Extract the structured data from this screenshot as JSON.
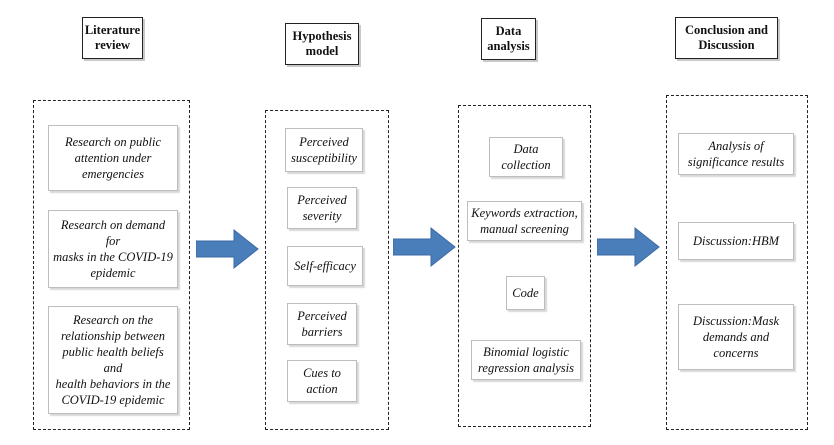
{
  "headers": {
    "literature": "Literature\nreview",
    "hypothesis": "Hypothesis\nmodel",
    "data": "Data\nanalysis",
    "conclusion": "Conclusion and\nDiscussion"
  },
  "literature": [
    "Research on public\nattention under\nemergencies",
    "Research on demand for\nmasks in the COVID-19\nepidemic",
    "Research on the\nrelationship between\npublic health beliefs and\nhealth behaviors in the\nCOVID-19 epidemic"
  ],
  "hypothesis": [
    "Perceived\nsusceptibility",
    "Perceived\nseverity",
    "Self-efficacy",
    "Perceived\nbarriers",
    "Cues to\naction"
  ],
  "data_analysis": [
    "Data\ncollection",
    "Keywords extraction,\nmanual screening",
    "Code",
    "Binomial logistic\nregression analysis"
  ],
  "conclusion": [
    "Analysis of\nsignificance results",
    "Discussion:HBM",
    "Discussion:Mask\ndemands and\nconcerns"
  ],
  "colors": {
    "arrow": "#4a7ebb",
    "border": "#222222"
  }
}
